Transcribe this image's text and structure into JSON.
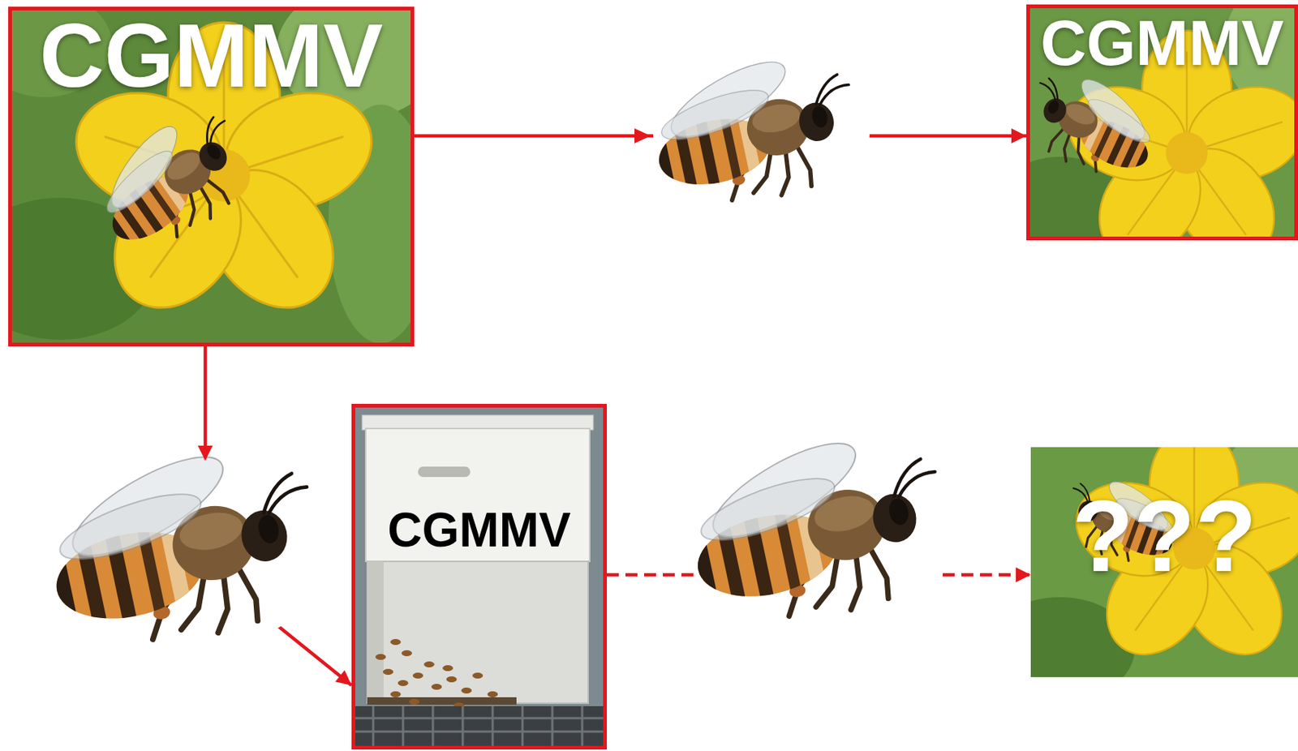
{
  "diagram": {
    "nodes": [
      {
        "text": [
          "CGMMV"
        ]
      },
      {
        "text": [
          "CGMMV"
        ]
      },
      {
        "text": [
          "CGMMV"
        ]
      },
      {
        "text": [
          "???"
        ]
      }
    ],
    "edges": [
      {
        "from": 0,
        "to": 1,
        "arrow": "to"
      },
      {
        "from": 0,
        "to": 2,
        "arrow": "to"
      },
      {
        "from": 2,
        "to": 3,
        "arrow": "to"
      }
    ]
  }
}
